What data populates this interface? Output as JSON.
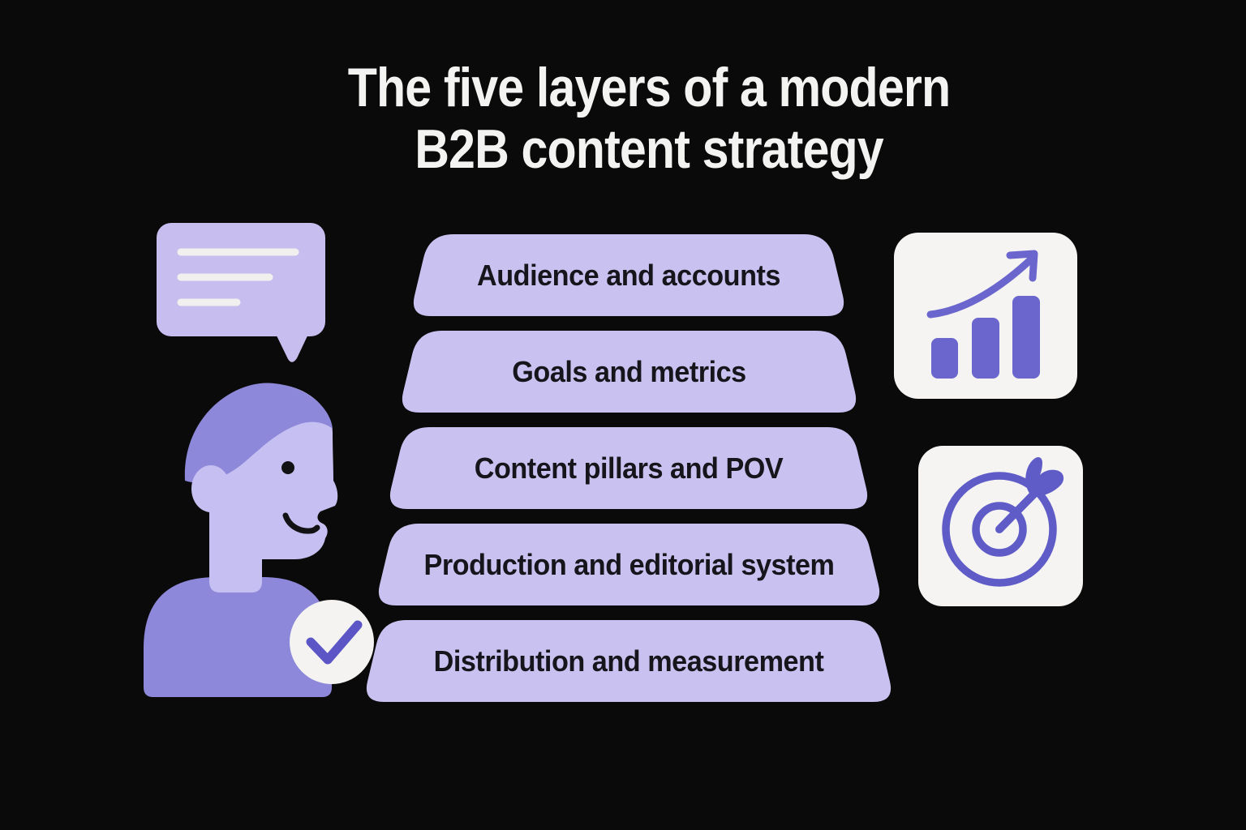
{
  "title": {
    "line1": "The five layers of a modern",
    "line2": "B2B content strategy"
  },
  "pyramid": {
    "layers": [
      {
        "label": "Audience and accounts"
      },
      {
        "label": "Goals and metrics"
      },
      {
        "label": "Content pillars and POV"
      },
      {
        "label": "Production and editorial system"
      },
      {
        "label": "Distribution and measurement"
      }
    ]
  },
  "illustrations": {
    "speech_bubble_icon": "speech bubble with three text lines",
    "person_icon": "person in profile wearing shirt",
    "check_badge_icon": "circle with checkmark",
    "growth_chart_icon": "three rising bars with upward curved arrow",
    "target_icon": "bullseye target with dart"
  },
  "colors": {
    "background": "#0a0a0a",
    "title-text": "#f3f3f2",
    "layer-fill": "#c9c2f0",
    "layer-text": "#15151b",
    "bubble-fill": "#c7bdef",
    "bubble-lines": "#f2f0ee",
    "person-light": "#c6c0f2",
    "person-dark": "#8d88d9",
    "ink": "#121214",
    "badge-bg": "#f4f3f1",
    "badge-check": "#5b55c6",
    "card-bg": "#f5f4f2",
    "icon-purple": "#6a66cd",
    "target-purple": "#5f5cc8"
  }
}
